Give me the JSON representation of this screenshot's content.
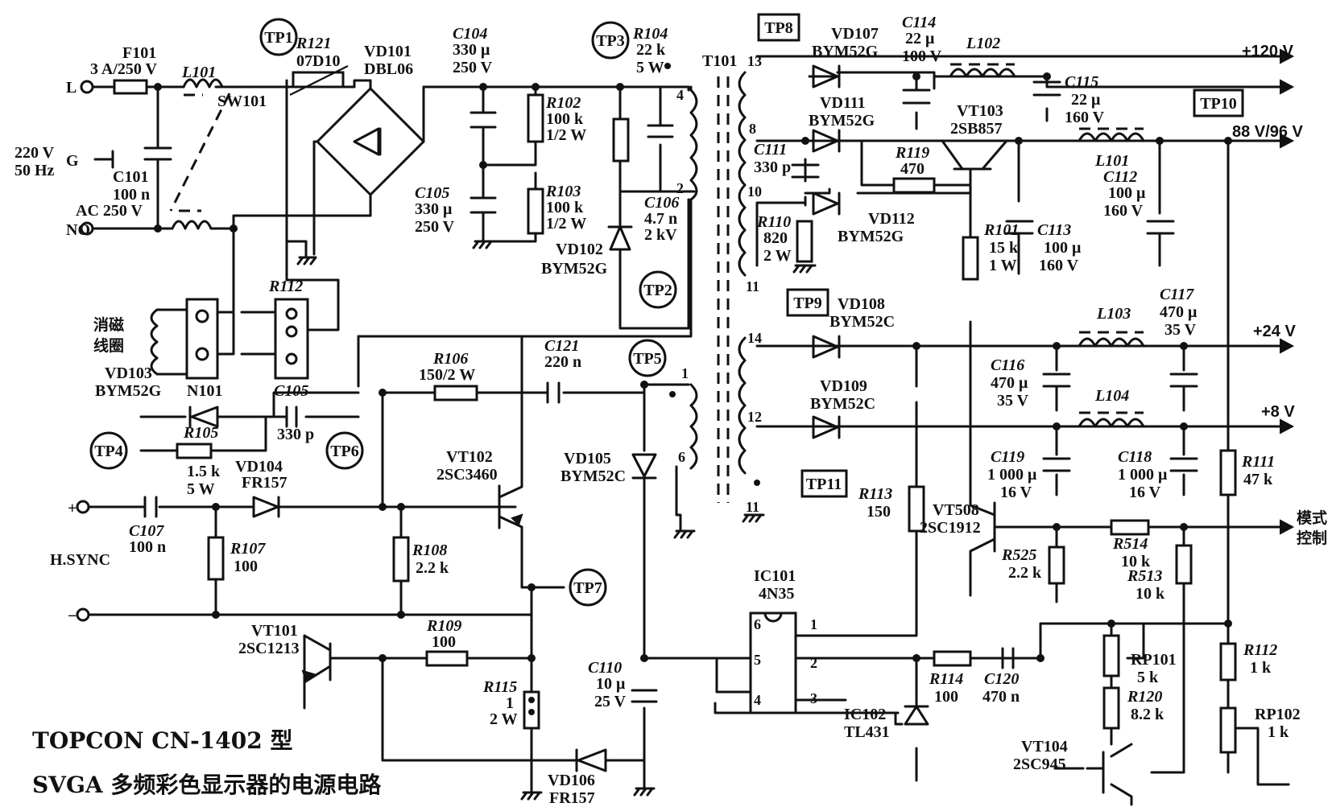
{
  "title": {
    "line1": "TOPCON CN-1402 型",
    "line2": "SVGA 多频彩色显示器的电源电路"
  },
  "inputs": {
    "L": "L",
    "G": "G",
    "N": "NO",
    "mains": [
      "220 V",
      "50 Hz"
    ],
    "hsync": "H.SYNC",
    "plus": "+",
    "minus": "−"
  },
  "outputs": {
    "v120": "+120 V",
    "v88": "88 V/96 V",
    "v24": "+24 V",
    "v8": "+8 V",
    "mode": [
      "模式",
      "控制"
    ]
  },
  "degauss": [
    "消磁",
    "线圈"
  ],
  "test_points": [
    "TP1",
    "TP2",
    "TP3",
    "TP4",
    "TP5",
    "TP6",
    "TP7",
    "TP8",
    "TP9",
    "TP10",
    "TP11"
  ],
  "components": {
    "F101": [
      "F101",
      "3 A/250 V"
    ],
    "L101a": [
      "L101"
    ],
    "SW101": [
      "SW101"
    ],
    "C101": [
      "C101",
      "100 n",
      "AC 250 V"
    ],
    "R121": [
      "R121",
      "07D10"
    ],
    "VD101": [
      "VD101",
      "DBL06"
    ],
    "C104": [
      "C104",
      "330 μ",
      "250 V"
    ],
    "C105a": [
      "C105",
      "330 μ",
      "250 V"
    ],
    "R102": [
      "R102",
      "100 k",
      "1/2 W"
    ],
    "R103": [
      "R103",
      "100 k",
      "1/2 W"
    ],
    "R104": [
      "R104",
      "22 k",
      "5 W"
    ],
    "C106": [
      "C106",
      "4.7 n",
      "2 kV"
    ],
    "VD102": [
      "VD102",
      "BYM52G"
    ],
    "R112a": [
      "R112"
    ],
    "N101": [
      "N101"
    ],
    "VD103": [
      "VD103",
      "BYM52G"
    ],
    "C105b": [
      "C105",
      "330 p"
    ],
    "R105": [
      "R105",
      "1.5 k",
      "5 W"
    ],
    "R106": [
      "R106",
      "150/2 W"
    ],
    "C121": [
      "C121",
      "220 n"
    ],
    "C107": [
      "C107",
      "100 n"
    ],
    "R107": [
      "R107",
      "100"
    ],
    "VD104": [
      "VD104",
      "FR157"
    ],
    "VT102": [
      "VT102",
      "2SC3460"
    ],
    "R108": [
      "R108",
      "2.2 k"
    ],
    "R109": [
      "R109",
      "100"
    ],
    "VT101": [
      "VT101",
      "2SC1213"
    ],
    "R115": [
      "R115",
      "1",
      "2 W"
    ],
    "VD105": [
      "VD105",
      "BYM52C"
    ],
    "C110": [
      "C110",
      "10 μ",
      "25 V"
    ],
    "VD106": [
      "VD106",
      "FR157"
    ],
    "T101": [
      "T101"
    ],
    "VD107": [
      "VD107",
      "BYM52G"
    ],
    "C114": [
      "C114",
      "22 μ",
      "100 V"
    ],
    "L102": [
      "L102"
    ],
    "C115": [
      "C115",
      "22 μ",
      "160 V"
    ],
    "VD111": [
      "VD111",
      "BYM52G"
    ],
    "VT103": [
      "VT103",
      "2SB857"
    ],
    "L101b": [
      "L101"
    ],
    "C111": [
      "C111",
      "330 p"
    ],
    "R119": [
      "R119",
      "470"
    ],
    "VD112": [
      "VD112",
      "BYM52G"
    ],
    "R110": [
      "R110",
      "820",
      "2 W"
    ],
    "C112": [
      "C112",
      "100 μ",
      "160 V"
    ],
    "C113": [
      "C113",
      "100 μ",
      "160 V"
    ],
    "R101": [
      "R101",
      "15 k",
      "1 W"
    ],
    "VD108": [
      "VD108",
      "BYM52C"
    ],
    "L103": [
      "L103"
    ],
    "C117": [
      "C117",
      "470 μ",
      "35 V"
    ],
    "C116": [
      "C116",
      "470 μ",
      "35 V"
    ],
    "VD109": [
      "VD109",
      "BYM52C"
    ],
    "L104": [
      "L104"
    ],
    "C119": [
      "C119",
      "1 000 μ",
      "16 V"
    ],
    "C118": [
      "C118",
      "1 000 μ",
      "16 V"
    ],
    "R113": [
      "R113",
      "150"
    ],
    "VT508": [
      "VT508",
      "2SC1912"
    ],
    "R525": [
      "R525",
      "2.2 k"
    ],
    "R514": [
      "R514",
      "10 k"
    ],
    "R513": [
      "R513",
      "10 k"
    ],
    "R111": [
      "R111",
      "47 k"
    ],
    "IC101": [
      "IC101",
      "4N35"
    ],
    "R114": [
      "R114",
      "100"
    ],
    "C120": [
      "C120",
      "470 n"
    ],
    "IC102": [
      "IC102",
      "TL431"
    ],
    "RP101": [
      "RP101",
      "5 k"
    ],
    "R120": [
      "R120",
      "8.2 k"
    ],
    "VT104": [
      "VT104",
      "2SC945"
    ],
    "R112b": [
      "R112",
      "1 k"
    ],
    "RP102": [
      "RP102",
      "1 k"
    ]
  },
  "pins": {
    "t13": "13",
    "t8": "8",
    "t10": "10",
    "t11a": "11",
    "t14": "14",
    "t12": "12",
    "t11b": "11",
    "t4": "4",
    "t2": "2",
    "t1": "1",
    "t6": "6",
    "ic1": "1",
    "ic2": "2",
    "ic3": "3",
    "ic4": "4",
    "ic5": "5",
    "ic6": "6"
  }
}
